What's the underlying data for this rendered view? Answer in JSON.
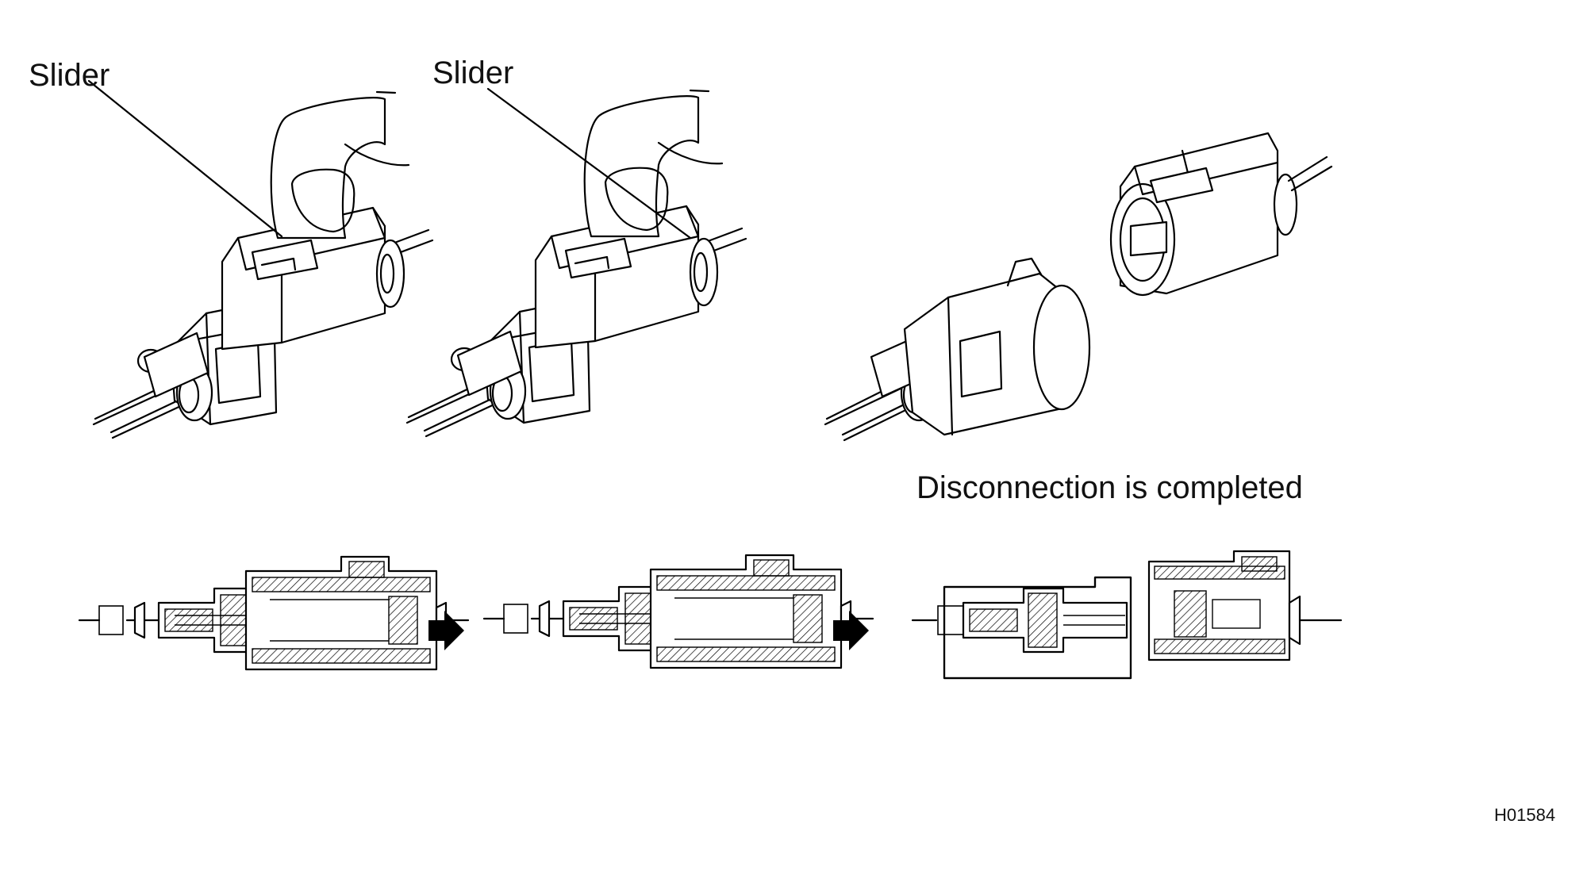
{
  "labels": {
    "slider_1": "Slider",
    "slider_2": "Slider",
    "caption": "Disconnection is completed",
    "figure_code": "H01584"
  },
  "icons": {
    "step_arrow": "right-arrow-icon"
  },
  "colors": {
    "ink": "#000000",
    "paper": "#ffffff"
  }
}
